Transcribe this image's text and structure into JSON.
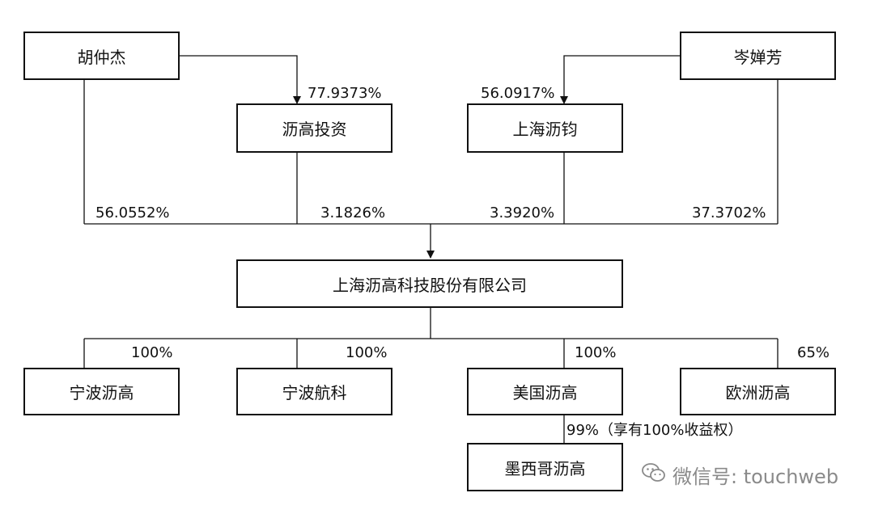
{
  "entities": {
    "hu_zhongjie": "胡仲杰",
    "cen_chanfang": "岑婵芳",
    "ligao_investment": "沥高投资",
    "shanghai_lijun": "上海沥钧",
    "company": "上海沥高科技股份有限公司",
    "ningbo_ligao": "宁波沥高",
    "ningbo_hangke": "宁波航科",
    "us_ligao": "美国沥高",
    "eu_ligao": "欧洲沥高",
    "mexico_ligao": "墨西哥沥高"
  },
  "shares": {
    "hu_to_ligao_investment": "77.9373%",
    "cen_to_shanghai_lijun": "56.0917%",
    "hu_to_company": "56.0552%",
    "ligao_investment_to_company": "3.1826%",
    "shanghai_lijun_to_company": "3.3920%",
    "cen_to_company": "37.3702%",
    "company_to_ningbo_ligao": "100%",
    "company_to_ningbo_hangke": "100%",
    "company_to_us_ligao": "100%",
    "company_to_eu_ligao": "65%",
    "us_to_mexico": "99%（享有100%收益权）"
  },
  "watermark": {
    "text": "微信号: touchweb",
    "icon": "wechat-icon"
  },
  "colors": {
    "line": "#111111",
    "watermark": "#8a8a8a"
  }
}
